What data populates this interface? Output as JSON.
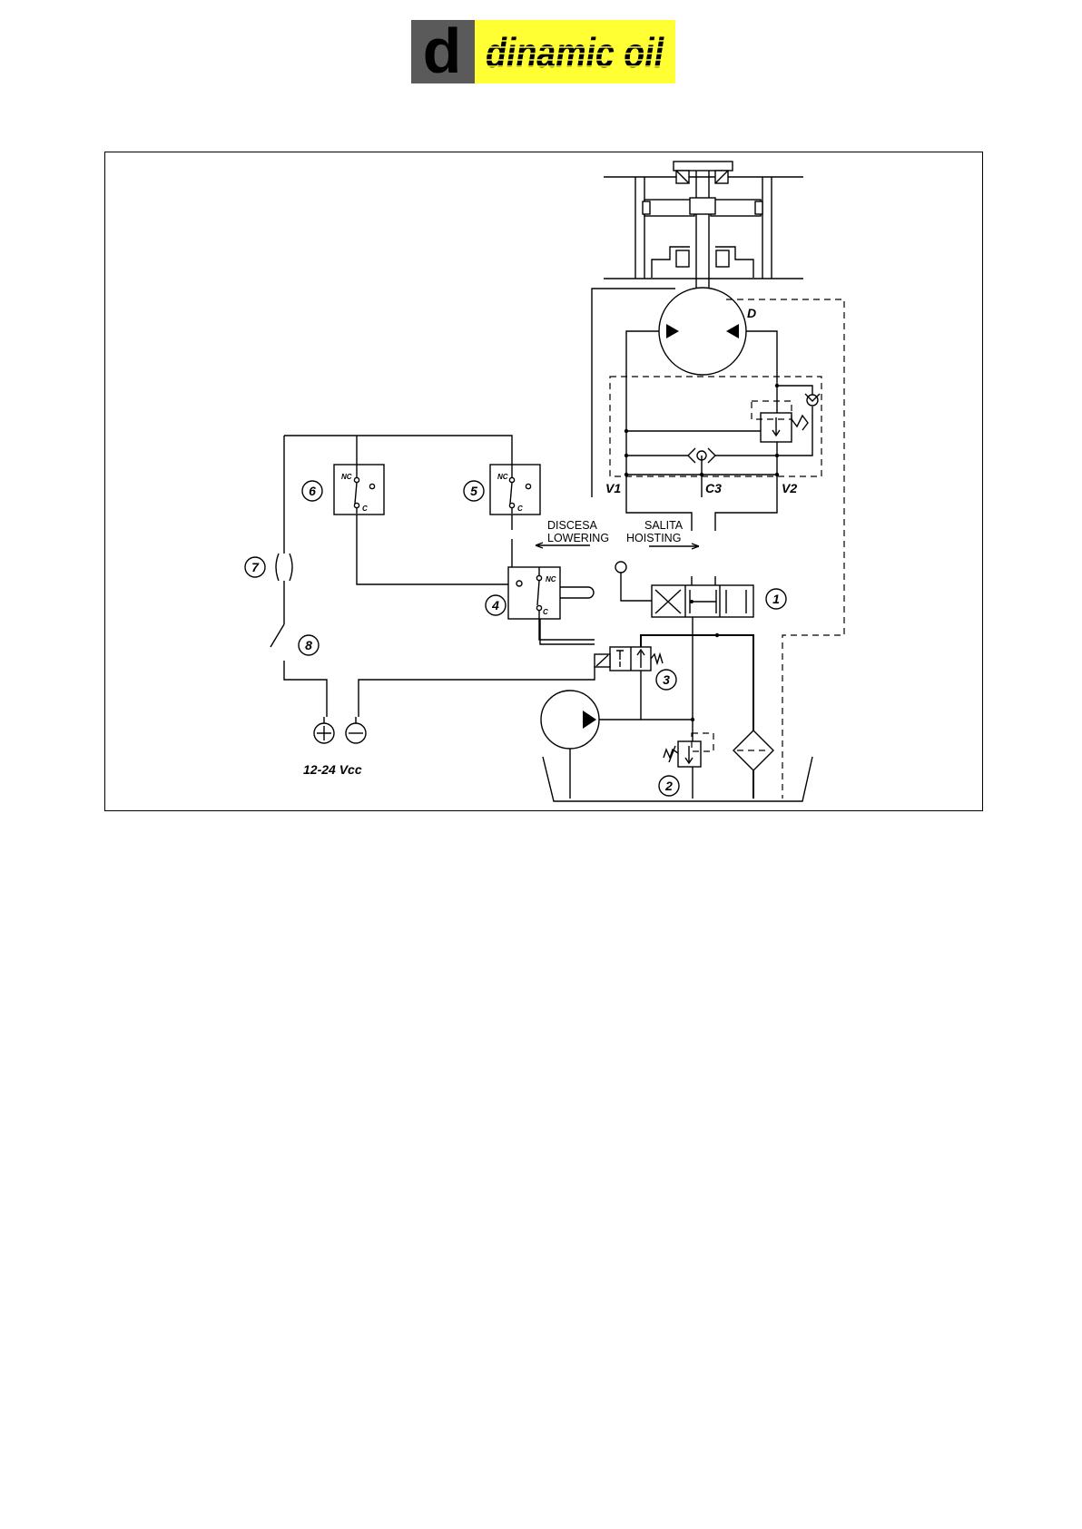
{
  "logo": {
    "letter": "d",
    "brand_text": "dinamic oil",
    "colors": {
      "dark": "#5a5a5a",
      "yellow": "#ffff33",
      "letter": "#ffff33",
      "text": "#6e6e6e"
    }
  },
  "diagram": {
    "port_labels": {
      "motor": "D",
      "v1": "V1",
      "c3": "C3",
      "v2": "V2"
    },
    "direction_labels": {
      "lowering_it": "DISCESA",
      "lowering_en": "LOWERING",
      "hoisting_it": "SALITA",
      "hoisting_en": "HOISTING"
    },
    "contacts": {
      "nc": "NC",
      "c": "C"
    },
    "component_numbers": [
      "1",
      "2",
      "3",
      "4",
      "5",
      "6",
      "7",
      "8"
    ],
    "supply": {
      "plus": "+",
      "minus": "−",
      "voltage": "12-24 Vcc"
    }
  }
}
